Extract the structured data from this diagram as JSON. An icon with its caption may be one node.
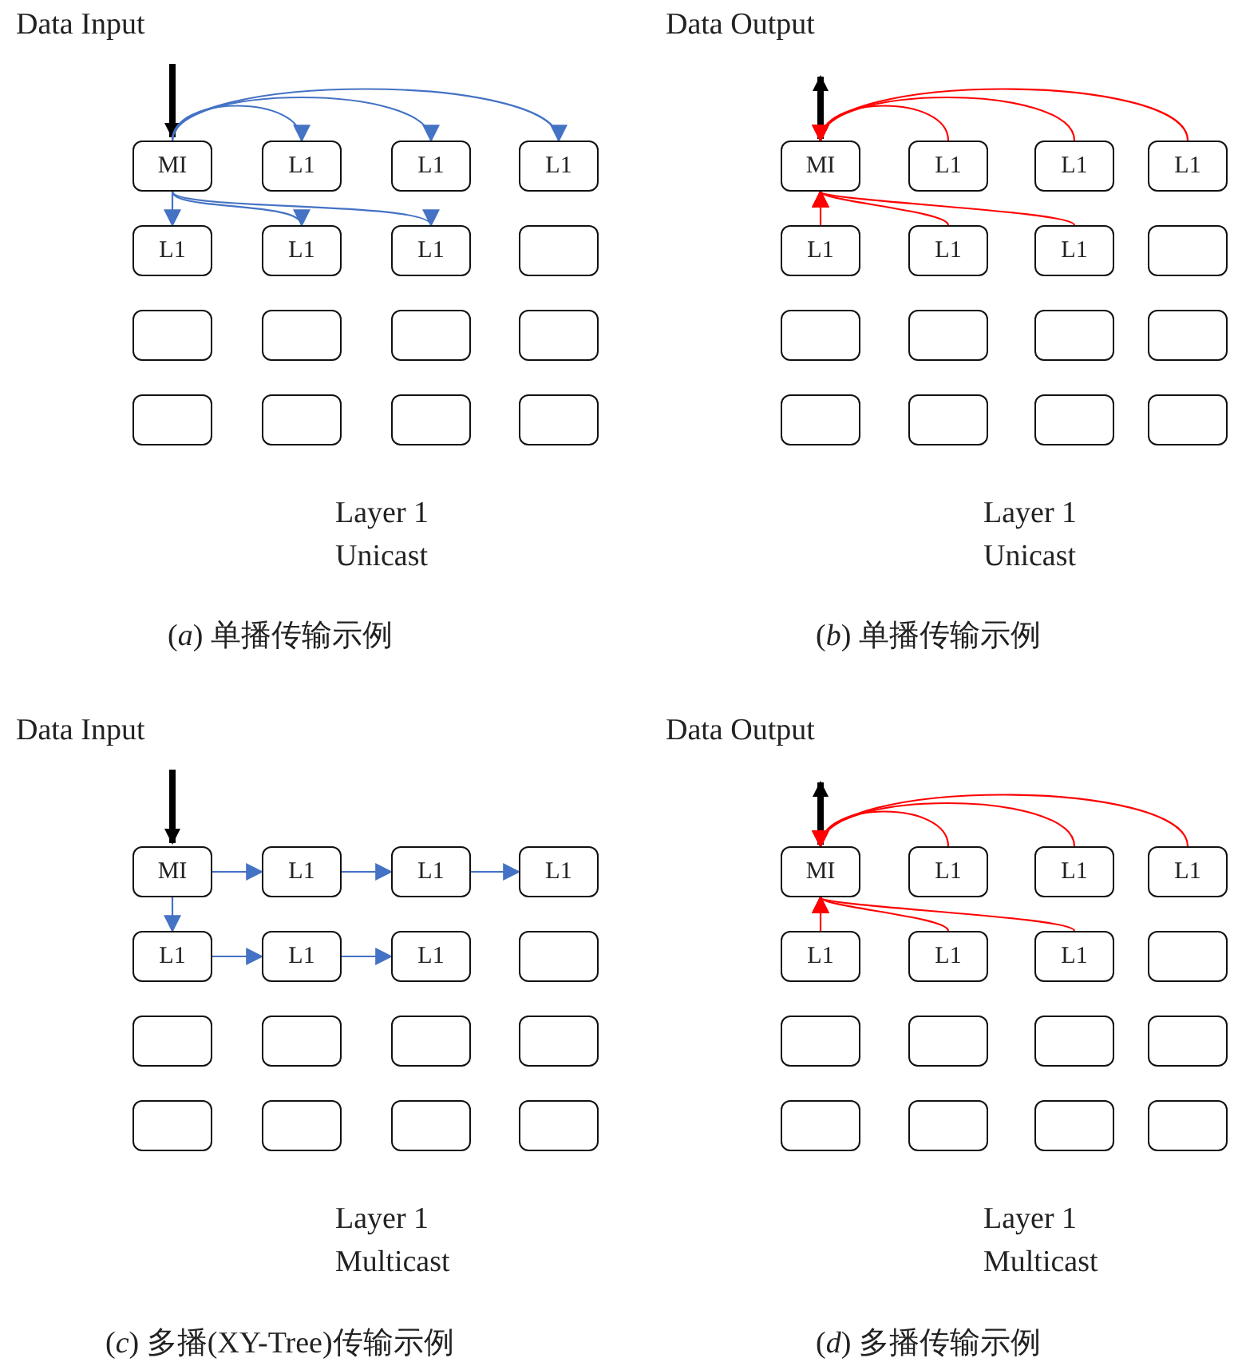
{
  "diagram": {
    "nodes": [
      {
        "text": [
          "MI"
        ]
      },
      {
        "text": [
          "L1"
        ]
      },
      {
        "text": [
          "L1"
        ]
      },
      {
        "text": [
          "L1"
        ]
      },
      {
        "text": [
          "L1"
        ]
      },
      {
        "text": [
          "L1"
        ]
      },
      {
        "text": [
          "L1"
        ]
      },
      {
        "text": [],
        "shape": "box"
      },
      {
        "text": [],
        "shape": "box"
      },
      {
        "text": [],
        "shape": "box"
      },
      {
        "text": [],
        "shape": "box"
      },
      {
        "text": [],
        "shape": "box"
      },
      {
        "text": [],
        "shape": "box"
      },
      {
        "text": [],
        "shape": "box"
      },
      {
        "text": [],
        "shape": "box"
      },
      {
        "text": [],
        "shape": "box"
      },
      {
        "text": [
          "MI"
        ]
      },
      {
        "text": [
          "L1"
        ]
      },
      {
        "text": [
          "L1"
        ]
      },
      {
        "text": [
          "L1"
        ]
      },
      {
        "text": [
          "L1"
        ]
      },
      {
        "text": [
          "L1"
        ]
      },
      {
        "text": [
          "L1"
        ]
      },
      {
        "text": [],
        "shape": "box"
      },
      {
        "text": [],
        "shape": "box"
      },
      {
        "text": [],
        "shape": "box"
      },
      {
        "text": [],
        "shape": "box"
      },
      {
        "text": [],
        "shape": "box"
      },
      {
        "text": [],
        "shape": "box"
      },
      {
        "text": [],
        "shape": "box"
      },
      {
        "text": [],
        "shape": "box"
      },
      {
        "text": [],
        "shape": "box"
      },
      {
        "text": [
          "MI"
        ]
      },
      {
        "text": [
          "L1"
        ]
      },
      {
        "text": [
          "L1"
        ]
      },
      {
        "text": [
          "L1"
        ]
      },
      {
        "text": [
          "L1"
        ]
      },
      {
        "text": [
          "L1"
        ]
      },
      {
        "text": [
          "L1"
        ]
      },
      {
        "text": [],
        "shape": "box"
      },
      {
        "text": [],
        "shape": "box"
      },
      {
        "text": [],
        "shape": "box"
      },
      {
        "text": [],
        "shape": "box"
      },
      {
        "text": [],
        "shape": "box"
      },
      {
        "text": [],
        "shape": "box"
      },
      {
        "text": [],
        "shape": "box"
      },
      {
        "text": [],
        "shape": "box"
      },
      {
        "text": [],
        "shape": "box"
      },
      {
        "text": [
          "MI"
        ]
      },
      {
        "text": [
          "L1"
        ]
      },
      {
        "text": [
          "L1"
        ]
      },
      {
        "text": [
          "L1"
        ]
      },
      {
        "text": [
          "L1"
        ]
      },
      {
        "text": [
          "L1"
        ]
      },
      {
        "text": [
          "L1"
        ]
      },
      {
        "text": [],
        "shape": "box"
      },
      {
        "text": [],
        "shape": "box"
      },
      {
        "text": [],
        "shape": "box"
      },
      {
        "text": [],
        "shape": "box"
      },
      {
        "text": [],
        "shape": "box"
      },
      {
        "text": [],
        "shape": "box"
      },
      {
        "text": [],
        "shape": "box"
      },
      {
        "text": [],
        "shape": "box"
      },
      {
        "text": [],
        "shape": "box"
      }
    ],
    "edges": [
      {
        "from": null,
        "to": 0,
        "arrow": "to",
        "style": "thick",
        "color": "#000000"
      },
      {
        "from": 0,
        "to": 1,
        "arrow": "to",
        "color": "#4472c4"
      },
      {
        "from": 0,
        "to": 2,
        "arrow": "to",
        "color": "#4472c4"
      },
      {
        "from": 0,
        "to": 3,
        "arrow": "to",
        "color": "#4472c4"
      },
      {
        "from": 0,
        "to": 4,
        "arrow": "to",
        "color": "#4472c4"
      },
      {
        "from": 0,
        "to": 5,
        "arrow": "to",
        "color": "#4472c4"
      },
      {
        "from": 0,
        "to": 6,
        "arrow": "to",
        "color": "#4472c4"
      },
      {
        "from": 16,
        "to": null,
        "arrow": "to",
        "style": "thick",
        "color": "#000000"
      },
      {
        "from": 17,
        "to": 16,
        "arrow": "to",
        "color": "#ff0000"
      },
      {
        "from": 18,
        "to": 16,
        "arrow": "to",
        "color": "#ff0000"
      },
      {
        "from": 19,
        "to": 16,
        "arrow": "to",
        "color": "#ff0000"
      },
      {
        "from": 20,
        "to": 16,
        "arrow": "to",
        "color": "#ff0000"
      },
      {
        "from": 21,
        "to": 16,
        "arrow": "to",
        "color": "#ff0000"
      },
      {
        "from": 22,
        "to": 16,
        "arrow": "to",
        "color": "#ff0000"
      },
      {
        "from": null,
        "to": 32,
        "arrow": "to",
        "style": "thick",
        "color": "#000000"
      },
      {
        "from": 32,
        "to": 33,
        "arrow": "to",
        "color": "#4472c4"
      },
      {
        "from": 33,
        "to": 34,
        "arrow": "to",
        "color": "#4472c4"
      },
      {
        "from": 34,
        "to": 35,
        "arrow": "to",
        "color": "#4472c4"
      },
      {
        "from": 32,
        "to": 36,
        "arrow": "to",
        "color": "#4472c4"
      },
      {
        "from": 36,
        "to": 37,
        "arrow": "to",
        "color": "#4472c4"
      },
      {
        "from": 37,
        "to": 38,
        "arrow": "to",
        "color": "#4472c4"
      },
      {
        "from": 48,
        "to": null,
        "arrow": "to",
        "style": "thick",
        "color": "#000000"
      },
      {
        "from": 49,
        "to": 48,
        "arrow": "to",
        "color": "#ff0000"
      },
      {
        "from": 50,
        "to": 48,
        "arrow": "to",
        "color": "#ff0000"
      },
      {
        "from": 51,
        "to": 48,
        "arrow": "to",
        "color": "#ff0000"
      },
      {
        "from": 52,
        "to": 48,
        "arrow": "to",
        "color": "#ff0000"
      },
      {
        "from": 53,
        "to": 48,
        "arrow": "to",
        "color": "#ff0000"
      },
      {
        "from": 54,
        "to": 48,
        "arrow": "to",
        "color": "#ff0000"
      }
    ],
    "labels": [
      "Data Input",
      "Data Output",
      "Layer 1 Unicast",
      "Layer 1 Unicast",
      "(*a*) 单播传输示例",
      "(*b*) 单播传输示例",
      "Data Input",
      "Data Output",
      "Layer 1 Multicast",
      "Layer 1 Multicast",
      "(*c*) 多播(XY-Tree)传输示例",
      "(*d*) 多播传输示例"
    ]
  }
}
